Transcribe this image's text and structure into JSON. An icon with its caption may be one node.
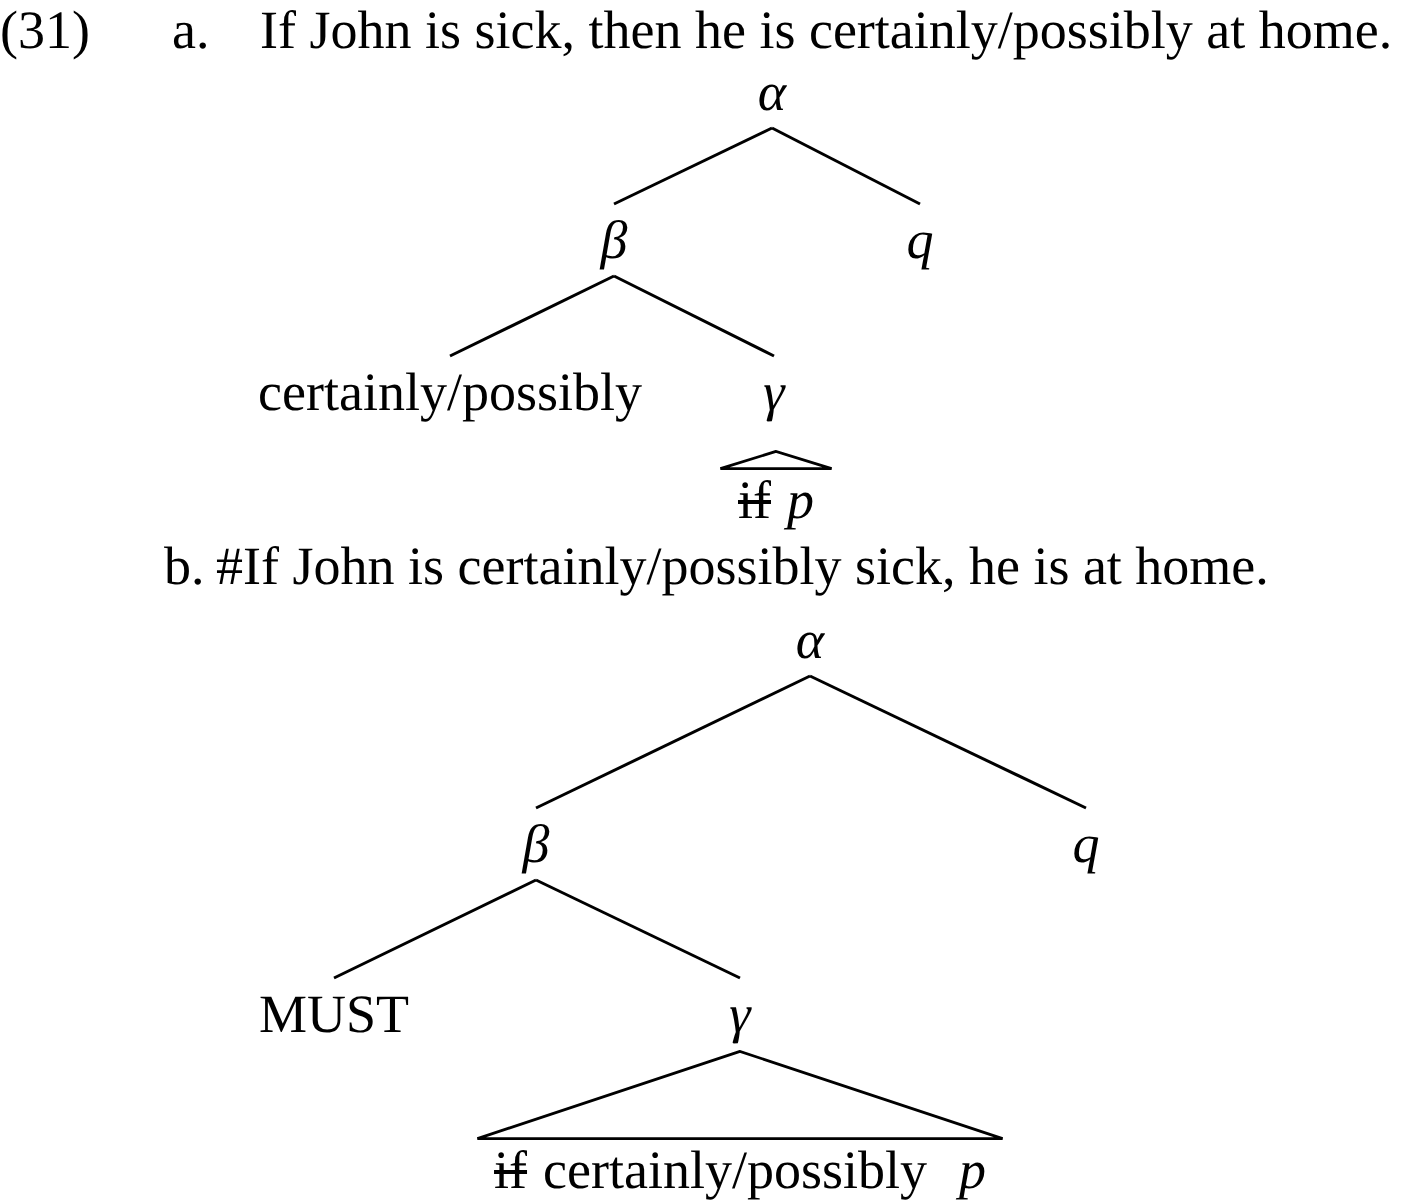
{
  "diagram": {
    "nodes": [
      {
        "text": [
          "α"
        ]
      },
      {
        "text": [
          "β"
        ]
      },
      {
        "text": [
          "q"
        ]
      },
      {
        "text": [
          "certainly/possibly"
        ]
      },
      {
        "text": [
          "γ"
        ]
      },
      {
        "text": [
          "if",
          "p"
        ]
      },
      {
        "text": [
          "α"
        ]
      },
      {
        "text": [
          "β"
        ]
      },
      {
        "text": [
          "q"
        ]
      },
      {
        "text": [
          "MUST"
        ]
      },
      {
        "text": [
          "γ"
        ]
      },
      {
        "text": [
          "if",
          "certainly/possibly",
          "p"
        ]
      }
    ],
    "edges": [
      {
        "from": 0,
        "to": 1,
        "arrow": "none"
      },
      {
        "from": 0,
        "to": 2,
        "arrow": "none"
      },
      {
        "from": 1,
        "to": 3,
        "arrow": "none"
      },
      {
        "from": 1,
        "to": 4,
        "arrow": "none"
      },
      {
        "from": 6,
        "to": 7,
        "arrow": "none"
      },
      {
        "from": 6,
        "to": 8,
        "arrow": "none"
      },
      {
        "from": 7,
        "to": 9,
        "arrow": "none"
      },
      {
        "from": 7,
        "to": 10,
        "arrow": "none"
      }
    ],
    "labels": [
      "(31)",
      "a.",
      "If John is sick, then he is certainly/possibly at home.",
      "b.",
      "#If John is certainly/possibly sick, he is at home."
    ]
  }
}
